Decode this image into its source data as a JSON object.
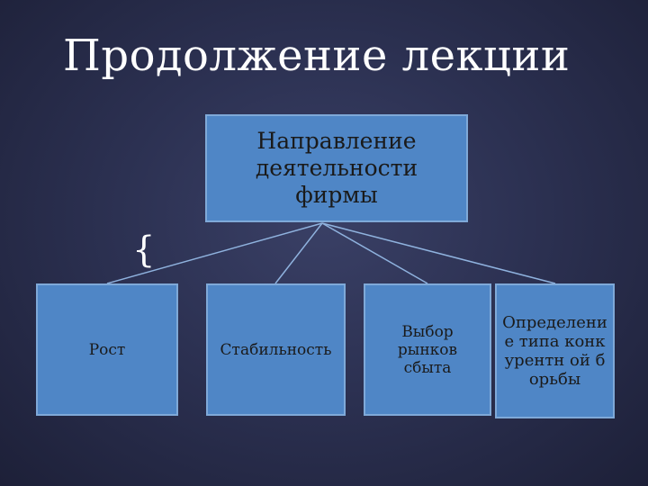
{
  "slide": {
    "title": "Продолжение лекции",
    "brace": "{"
  },
  "diagram": {
    "root": "Направление деятельности фирмы",
    "children": [
      "Рост",
      "Стабильность",
      "Выбор рынков сбыта",
      "Определени е типа конкурентн ой борьбы"
    ]
  },
  "colors": {
    "background": "#2c3152",
    "box_fill": "#4f86c6",
    "box_border": "#7fa9d8",
    "connector": "#8fb2de",
    "title_text": "#ffffff"
  }
}
